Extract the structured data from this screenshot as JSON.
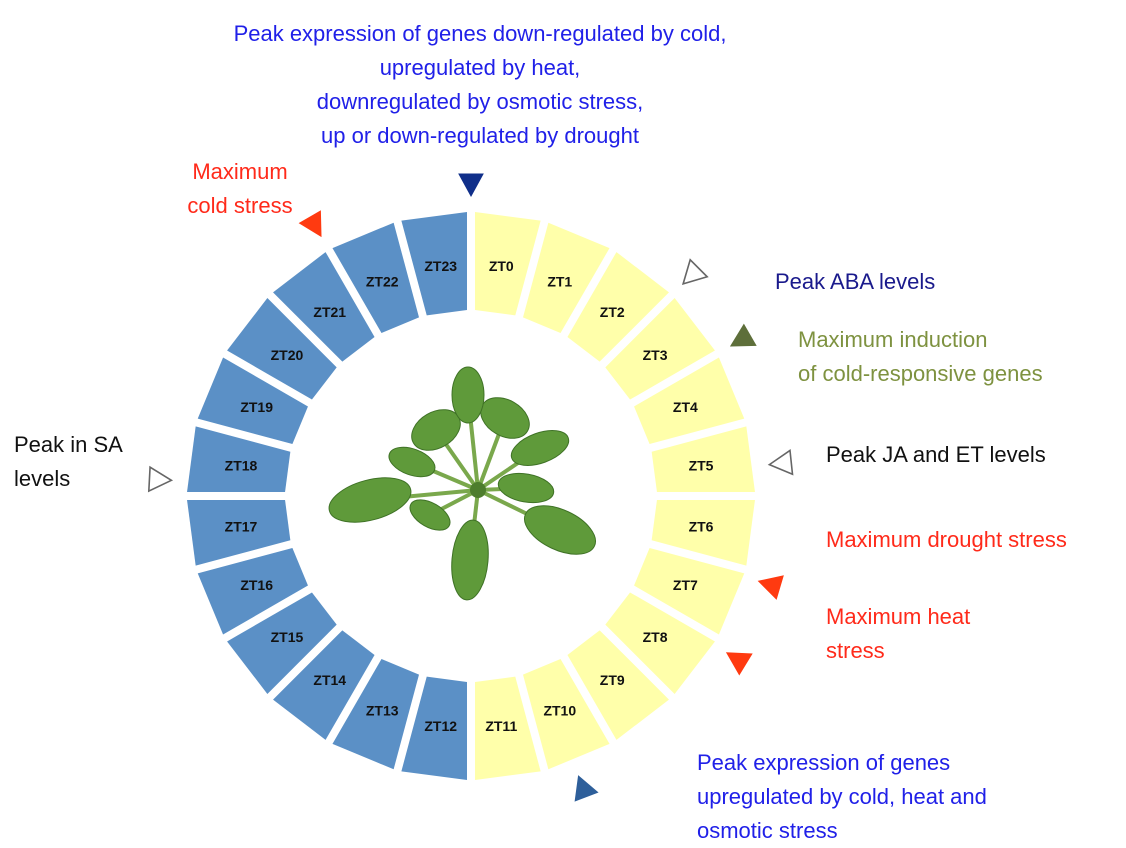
{
  "colors": {
    "day": "#ffffaa",
    "night": "#5b90c6",
    "red": "#ff0000",
    "dark_blue": "#1a1a8c",
    "navy_marker": "#102f8a",
    "bright_blue": "#2020e8",
    "olive": "#7e9240",
    "olive_marker": "#5e6f3a",
    "black": "#111111",
    "leaf": "#5f9a3a"
  },
  "segments": [
    "ZT0",
    "ZT1",
    "ZT2",
    "ZT3",
    "ZT4",
    "ZT5",
    "ZT6",
    "ZT7",
    "ZT8",
    "ZT9",
    "ZT10",
    "ZT11",
    "ZT12",
    "ZT13",
    "ZT14",
    "ZT15",
    "ZT16",
    "ZT17",
    "ZT18",
    "ZT19",
    "ZT20",
    "ZT21",
    "ZT22",
    "ZT23"
  ],
  "day_segments": 12,
  "annotations": {
    "top": [
      "Peak expression of genes down-regulated by cold,",
      "upregulated by heat,",
      "downregulated by osmotic stress,",
      "up or down-regulated by drought"
    ],
    "cold_stress": [
      "Maximum",
      "cold stress"
    ],
    "aba": [
      "Peak ABA levels"
    ],
    "cold_induction": [
      "Maximum induction",
      "of cold-responsive genes"
    ],
    "ja_et": [
      "Peak JA and ET levels"
    ],
    "drought": [
      "Maximum drought stress"
    ],
    "heat": [
      "Maximum heat",
      "stress"
    ],
    "bottom": [
      "Peak expression of genes",
      "upregulated by cold, heat and",
      "osmotic stress"
    ],
    "sa": [
      "Peak in SA",
      "levels"
    ]
  },
  "markers": [
    {
      "name": "marker-top",
      "zt": 0.0,
      "style": "filled",
      "color": "#102f8a"
    },
    {
      "name": "marker-cold-stress",
      "zt": 22.0,
      "style": "filled",
      "color": "#ff3a10"
    },
    {
      "name": "marker-aba",
      "zt": 3.0,
      "style": "outline",
      "color": "#666666"
    },
    {
      "name": "marker-cold-induction",
      "zt": 4.0,
      "style": "filled",
      "color": "#5e6f3a"
    },
    {
      "name": "marker-ja-et",
      "zt": 5.6,
      "style": "outline",
      "color": "#666666"
    },
    {
      "name": "marker-drought",
      "zt": 7.1,
      "style": "filled",
      "color": "#ff3a10"
    },
    {
      "name": "marker-heat",
      "zt": 8.1,
      "style": "filled",
      "color": "#ff3a10"
    },
    {
      "name": "marker-bottom",
      "zt": 10.6,
      "style": "filled",
      "color": "#2e5f9a"
    },
    {
      "name": "marker-sa",
      "zt": 18.2,
      "style": "outline",
      "color": "#666666"
    }
  ]
}
